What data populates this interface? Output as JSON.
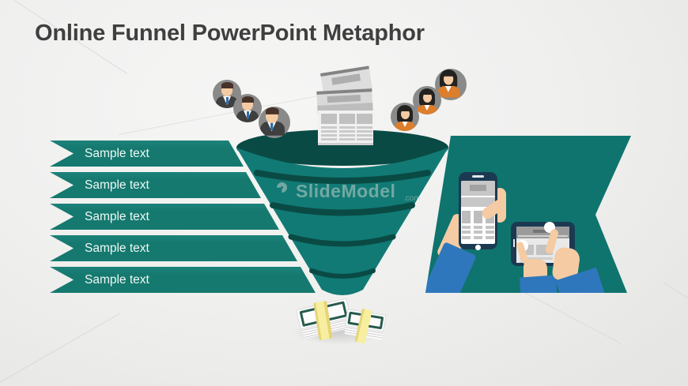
{
  "slide": {
    "title": "Online Funnel PowerPoint Metaphor"
  },
  "banners": {
    "items": [
      {
        "label": "Sample text"
      },
      {
        "label": "Sample text"
      },
      {
        "label": "Sample text"
      },
      {
        "label": "Sample text"
      },
      {
        "label": "Sample text"
      }
    ]
  },
  "watermark": {
    "brand": "SlideModel",
    "suffix": ".com"
  },
  "icons": {
    "left_group": "male-avatar-icon",
    "right_group": "female-avatar-icon",
    "top_center": "newspaper-stack-icon",
    "panel_left": "smartphone-icon",
    "panel_right": "tablet-icon",
    "bottom": "money-stack-icon"
  },
  "colors": {
    "background": "#efefee",
    "title_text": "#3f3f3f",
    "teal": "#117a74",
    "teal_dark": "#0a4a45",
    "banner_teal": "#15796f",
    "panel_teal": "#0f746d",
    "banner_text": "#eef9f7",
    "avatar_gray": "#8a8a8a",
    "suit_dark": "#3f3f3f",
    "tie_blue": "#2f6fa8",
    "hair_dark": "#463229",
    "female_hair": "#232221",
    "skin": "#f5cba3",
    "orange": "#dd7e2c",
    "sleeve_blue": "#2f77bc",
    "device_navy": "#1b3a52",
    "money_green": "#265b4e",
    "money_band": "#f7ef9f",
    "paper": "#f1f1f1",
    "watermark": "#c2cecb"
  }
}
